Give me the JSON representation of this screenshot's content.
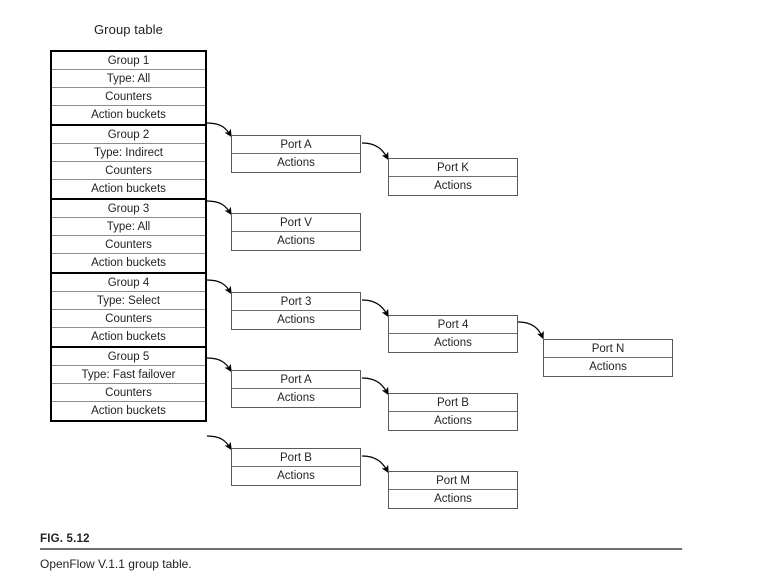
{
  "figure": {
    "number": "FIG. 5.12",
    "caption": "OpenFlow V.1.1 group table."
  },
  "group_table": {
    "title": "Group table",
    "row_labels": {
      "counters": "Counters",
      "action_buckets": "Action buckets"
    },
    "groups": [
      {
        "name": "Group 1",
        "type": "Type: All",
        "counters": "Counters",
        "action_buckets": "Action buckets"
      },
      {
        "name": "Group 2",
        "type": "Type: Indirect",
        "counters": "Counters",
        "action_buckets": "Action buckets"
      },
      {
        "name": "Group 3",
        "type": "Type: All",
        "counters": "Counters",
        "action_buckets": "Action buckets"
      },
      {
        "name": "Group 4",
        "type": "Type: Select",
        "counters": "Counters",
        "action_buckets": "Action buckets"
      },
      {
        "name": "Group 5",
        "type": "Type: Fast failover",
        "counters": "Counters",
        "action_buckets": "Action buckets"
      }
    ]
  },
  "action_buckets": [
    {
      "id": "bucket-port-a-1",
      "port": "Port A",
      "actions": "Actions"
    },
    {
      "id": "bucket-port-k",
      "port": "Port K",
      "actions": "Actions"
    },
    {
      "id": "bucket-port-v",
      "port": "Port V",
      "actions": "Actions"
    },
    {
      "id": "bucket-port-3",
      "port": "Port 3",
      "actions": "Actions"
    },
    {
      "id": "bucket-port-4",
      "port": "Port 4",
      "actions": "Actions"
    },
    {
      "id": "bucket-port-n",
      "port": "Port N",
      "actions": "Actions"
    },
    {
      "id": "bucket-port-a-2",
      "port": "Port A",
      "actions": "Actions"
    },
    {
      "id": "bucket-port-b-1",
      "port": "Port B",
      "actions": "Actions"
    },
    {
      "id": "bucket-port-b-2",
      "port": "Port B",
      "actions": "Actions"
    },
    {
      "id": "bucket-port-m",
      "port": "Port M",
      "actions": "Actions"
    }
  ],
  "colors": {
    "ink": "#231f20",
    "rule": "#6d6e71",
    "box_border": "#58595b",
    "table_border": "#000000",
    "background": "#ffffff"
  }
}
